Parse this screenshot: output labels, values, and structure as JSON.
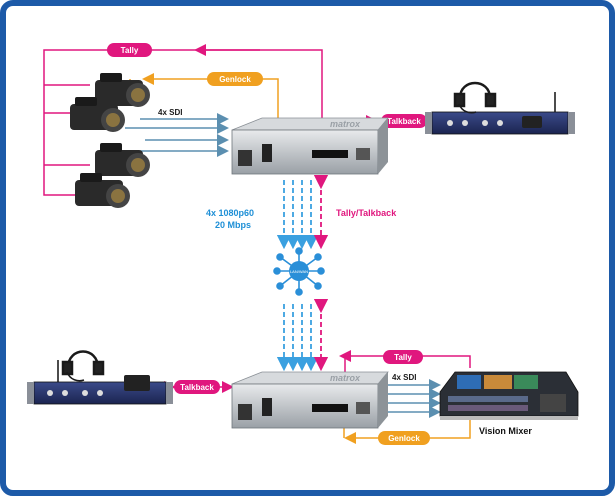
{
  "labels": {
    "tally_top": "Tally",
    "genlock_top": "Genlock",
    "talkback_top": "Talkback",
    "sdi_top": "4x SDI",
    "stream_rate_line1": "4x 1080p60",
    "stream_rate_line2": "20 Mbps",
    "tally_talkback": "Tally/Talkback",
    "network_hub": "LAN/WAN",
    "tally_bottom": "Tally",
    "talkback_bottom": "Talkback",
    "sdi_bottom": "4x SDI",
    "genlock_bottom": "Genlock",
    "vision_mixer": "Vision Mixer"
  },
  "devices": {
    "encoder_brand": "matrox",
    "decoder_brand": "matrox"
  },
  "colors": {
    "frame": "#1d5aa8",
    "tally": "#e0177e",
    "genlock": "#f0a020",
    "sdi": "#5b8fb0",
    "stream": "#3aa0e0",
    "network": "#2a8fd8"
  }
}
